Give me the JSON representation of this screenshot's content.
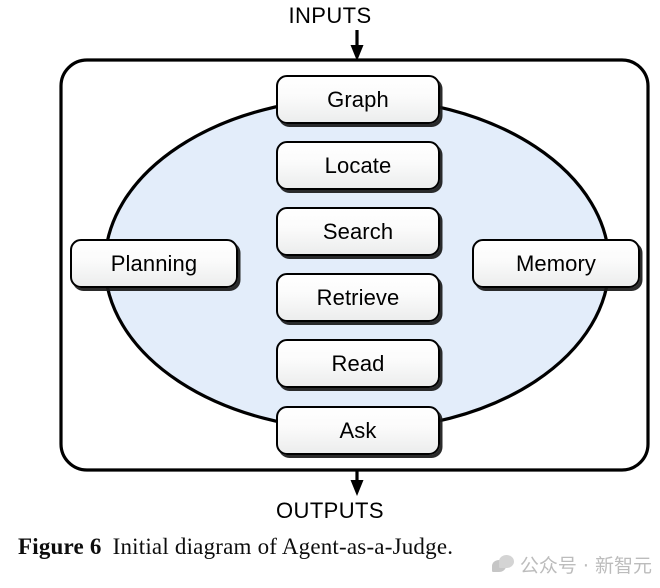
{
  "figure": {
    "caption_figure_number": "Figure 6",
    "caption_text": "Initial diagram of Agent-as-a-Judge.",
    "input_label": "INPUTS",
    "output_label": "OUTPUTS",
    "colors": {
      "ellipse_fill": "#e3edfa",
      "stroke": "#000000",
      "node_fill_top": "#ffffff",
      "node_fill_bottom": "#ececec",
      "watermark": "#b9b9b9"
    },
    "center_nodes": [
      {
        "id": "graph",
        "label": "Graph"
      },
      {
        "id": "locate",
        "label": "Locate"
      },
      {
        "id": "search",
        "label": "Search"
      },
      {
        "id": "retrieve",
        "label": "Retrieve"
      },
      {
        "id": "read",
        "label": "Read"
      },
      {
        "id": "ask",
        "label": "Ask"
      }
    ],
    "side_nodes": [
      {
        "id": "planning",
        "label": "Planning",
        "side": "left"
      },
      {
        "id": "memory",
        "label": "Memory",
        "side": "right"
      }
    ]
  },
  "watermark": {
    "text": "公众号 · 新智元"
  }
}
